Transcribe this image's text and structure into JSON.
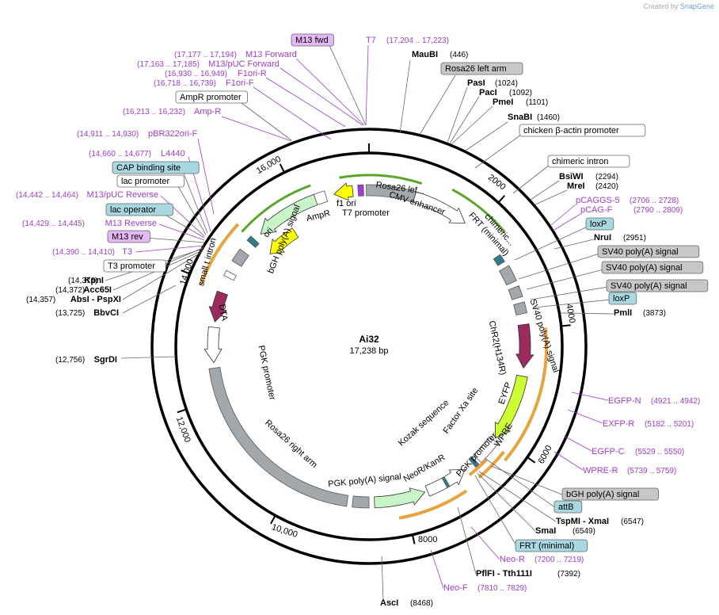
{
  "credit": {
    "prefix": "Created by",
    "brand": "SnapGene"
  },
  "plasmid": {
    "name": "Ai32",
    "size_label": "17,238 bp"
  },
  "ticks": [
    "2000",
    "4000",
    "6000",
    "8000",
    "10,000",
    "12,000",
    "14,000",
    "16,000"
  ],
  "enzymes": [
    {
      "name": "MauBI",
      "pos": "(446)"
    },
    {
      "name": "PasI",
      "pos": "(1024)"
    },
    {
      "name": "PacI",
      "pos": "(1092)"
    },
    {
      "name": "PmeI",
      "pos": "(1101)"
    },
    {
      "name": "SnaBI",
      "pos": "(1460)"
    },
    {
      "name": "BsiWI",
      "pos": "(2294)"
    },
    {
      "name": "MreI",
      "pos": "(2420)"
    },
    {
      "name": "NruI",
      "pos": "(2951)"
    },
    {
      "name": "PmlI",
      "pos": "(3873)"
    },
    {
      "name": "TspMI - XmaI",
      "pos": "(6547)"
    },
    {
      "name": "SmaI",
      "pos": "(6549)"
    },
    {
      "name": "PflFI - Tth111I",
      "pos": "(7392)"
    },
    {
      "name": "AscI",
      "pos": "(8468)"
    },
    {
      "name": "SgrDI",
      "pos": "(12,756)"
    },
    {
      "name": "BbvCI",
      "pos": "(13,725)"
    },
    {
      "name": "AbsI - PspXI",
      "pos": "(14,357)"
    },
    {
      "name": "Acc65I",
      "pos": "(14,372)"
    },
    {
      "name": "KpnI",
      "pos": "(14,376)"
    }
  ],
  "primers": [
    {
      "name": "T7",
      "pos": "(17,204 .. 17,223)"
    },
    {
      "name": "M13 Forward",
      "pos": "(17,177 .. 17,194)"
    },
    {
      "name": "M13/pUC Forward",
      "pos": "(17,163 .. 17,185)"
    },
    {
      "name": "F1ori-R",
      "pos": "(16,930 .. 16,949)"
    },
    {
      "name": "F1ori-F",
      "pos": "(16,718 .. 16,739)"
    },
    {
      "name": "Amp-R",
      "pos": "(16,213 .. 16,232)"
    },
    {
      "name": "pBR322ori-F",
      "pos": "(14,911 .. 14,930)"
    },
    {
      "name": "L4440",
      "pos": "(14,660 .. 14,677)"
    },
    {
      "name": "M13/pUC Reverse",
      "pos": "(14,442 .. 14,464)"
    },
    {
      "name": "M13 Reverse",
      "pos": "(14,429 .. 14,445)"
    },
    {
      "name": "T3",
      "pos": "(14,390 .. 14,410)"
    },
    {
      "name": "pCAGGS-5",
      "pos": "(2706 .. 2728)"
    },
    {
      "name": "pCAG-F",
      "pos": "(2790 .. 2809)"
    },
    {
      "name": "EGFP-N",
      "pos": "(4921 .. 4942)"
    },
    {
      "name": "EXFP-R",
      "pos": "(5182 .. 5201)"
    },
    {
      "name": "EGFP-C",
      "pos": "(5529 .. 5550)"
    },
    {
      "name": "WPRE-R",
      "pos": "(5739 .. 5759)"
    },
    {
      "name": "Neo-R",
      "pos": "(7200 .. 7219)"
    },
    {
      "name": "Neo-F",
      "pos": "(7810 .. 7829)"
    }
  ],
  "boxed": [
    {
      "name": "M13 fwd",
      "kind": "primerbox"
    },
    {
      "name": "Rosa26 left arm",
      "kind": "gray"
    },
    {
      "name": "chicken β-actin promoter",
      "kind": "white"
    },
    {
      "name": "chimeric intron",
      "kind": "white"
    },
    {
      "name": "loxP",
      "kind": "teal"
    },
    {
      "name": "SV40 poly(A) signal",
      "kind": "gray"
    },
    {
      "name": "SV40 poly(A) signal",
      "kind": "gray"
    },
    {
      "name": "SV40 poly(A) signal",
      "kind": "gray"
    },
    {
      "name": "loxP",
      "kind": "teal"
    },
    {
      "name": "bGH poly(A) signal",
      "kind": "gray"
    },
    {
      "name": "attB",
      "kind": "teal"
    },
    {
      "name": "FRT (minimal)",
      "kind": "teal"
    },
    {
      "name": "AmpR promoter",
      "kind": "white"
    },
    {
      "name": "CAP binding site",
      "kind": "teal"
    },
    {
      "name": "lac promoter",
      "kind": "white"
    },
    {
      "name": "lac operator",
      "kind": "teal"
    },
    {
      "name": "M13 rev",
      "kind": "primerbox"
    },
    {
      "name": "T3 promoter",
      "kind": "white"
    }
  ],
  "inner_labels": [
    "Rosa26 lef...",
    "CMV enhancer",
    "FRT (minimal)",
    "chimeric...",
    "SV40 poly(A) signal",
    "ChR2(H134R)",
    "ChR2",
    "EYFP",
    "WPRE",
    "Factor Xa site",
    "Kozak sequence",
    "PGK promoter",
    "NeoR/KanR",
    "PGK poly(A) signal",
    "Rosa26 right arm",
    "PGK promoter",
    "DTA",
    "small t intron",
    "bGH poly(A) signal",
    "ori",
    "AmpR",
    "f1 ori",
    "T7 promoter"
  ],
  "colors": {
    "primer": "#a23bd6",
    "gray_feature": "#a3a8ad",
    "green_feature": "#c8f5c8",
    "yellow_feature": "#ffff00",
    "chr2": "#9b2a5f",
    "eyfp": "#ccff33",
    "orange_arrow": "#e8a33c",
    "teal_box": "#a8d8e0",
    "gray_box": "#c7c7c7",
    "primer_box": "#e3b8f5",
    "green_arrow": "#5aa62a"
  }
}
